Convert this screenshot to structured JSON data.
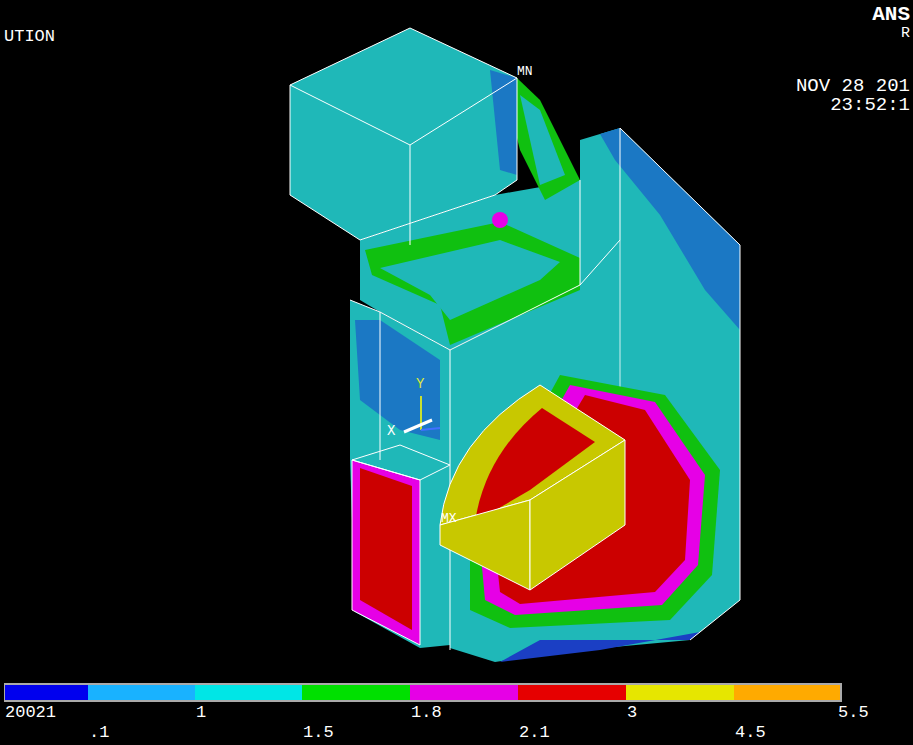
{
  "diagram": {
    "labels": [
      "UTION",
      "ANS",
      "R",
      "NOV 28 201",
      "23:52:1",
      "MN",
      "MX",
      "Y",
      "X",
      "5.5"
    ],
    "legend": [
      {
        "text": "20021",
        "color": "#0000ee"
      },
      {
        "text": ".1",
        "color": "#19b2ff"
      },
      {
        "text": "1",
        "color": "#00e6e6"
      },
      {
        "text": "1.5",
        "color": "#00e000"
      },
      {
        "text": "1.8",
        "color": "#e600e6"
      },
      {
        "text": "2.1",
        "color": "#e60000"
      },
      {
        "text": "3",
        "color": "#e6e600"
      },
      {
        "text": "4.5",
        "color": "#ffaa00"
      }
    ]
  }
}
